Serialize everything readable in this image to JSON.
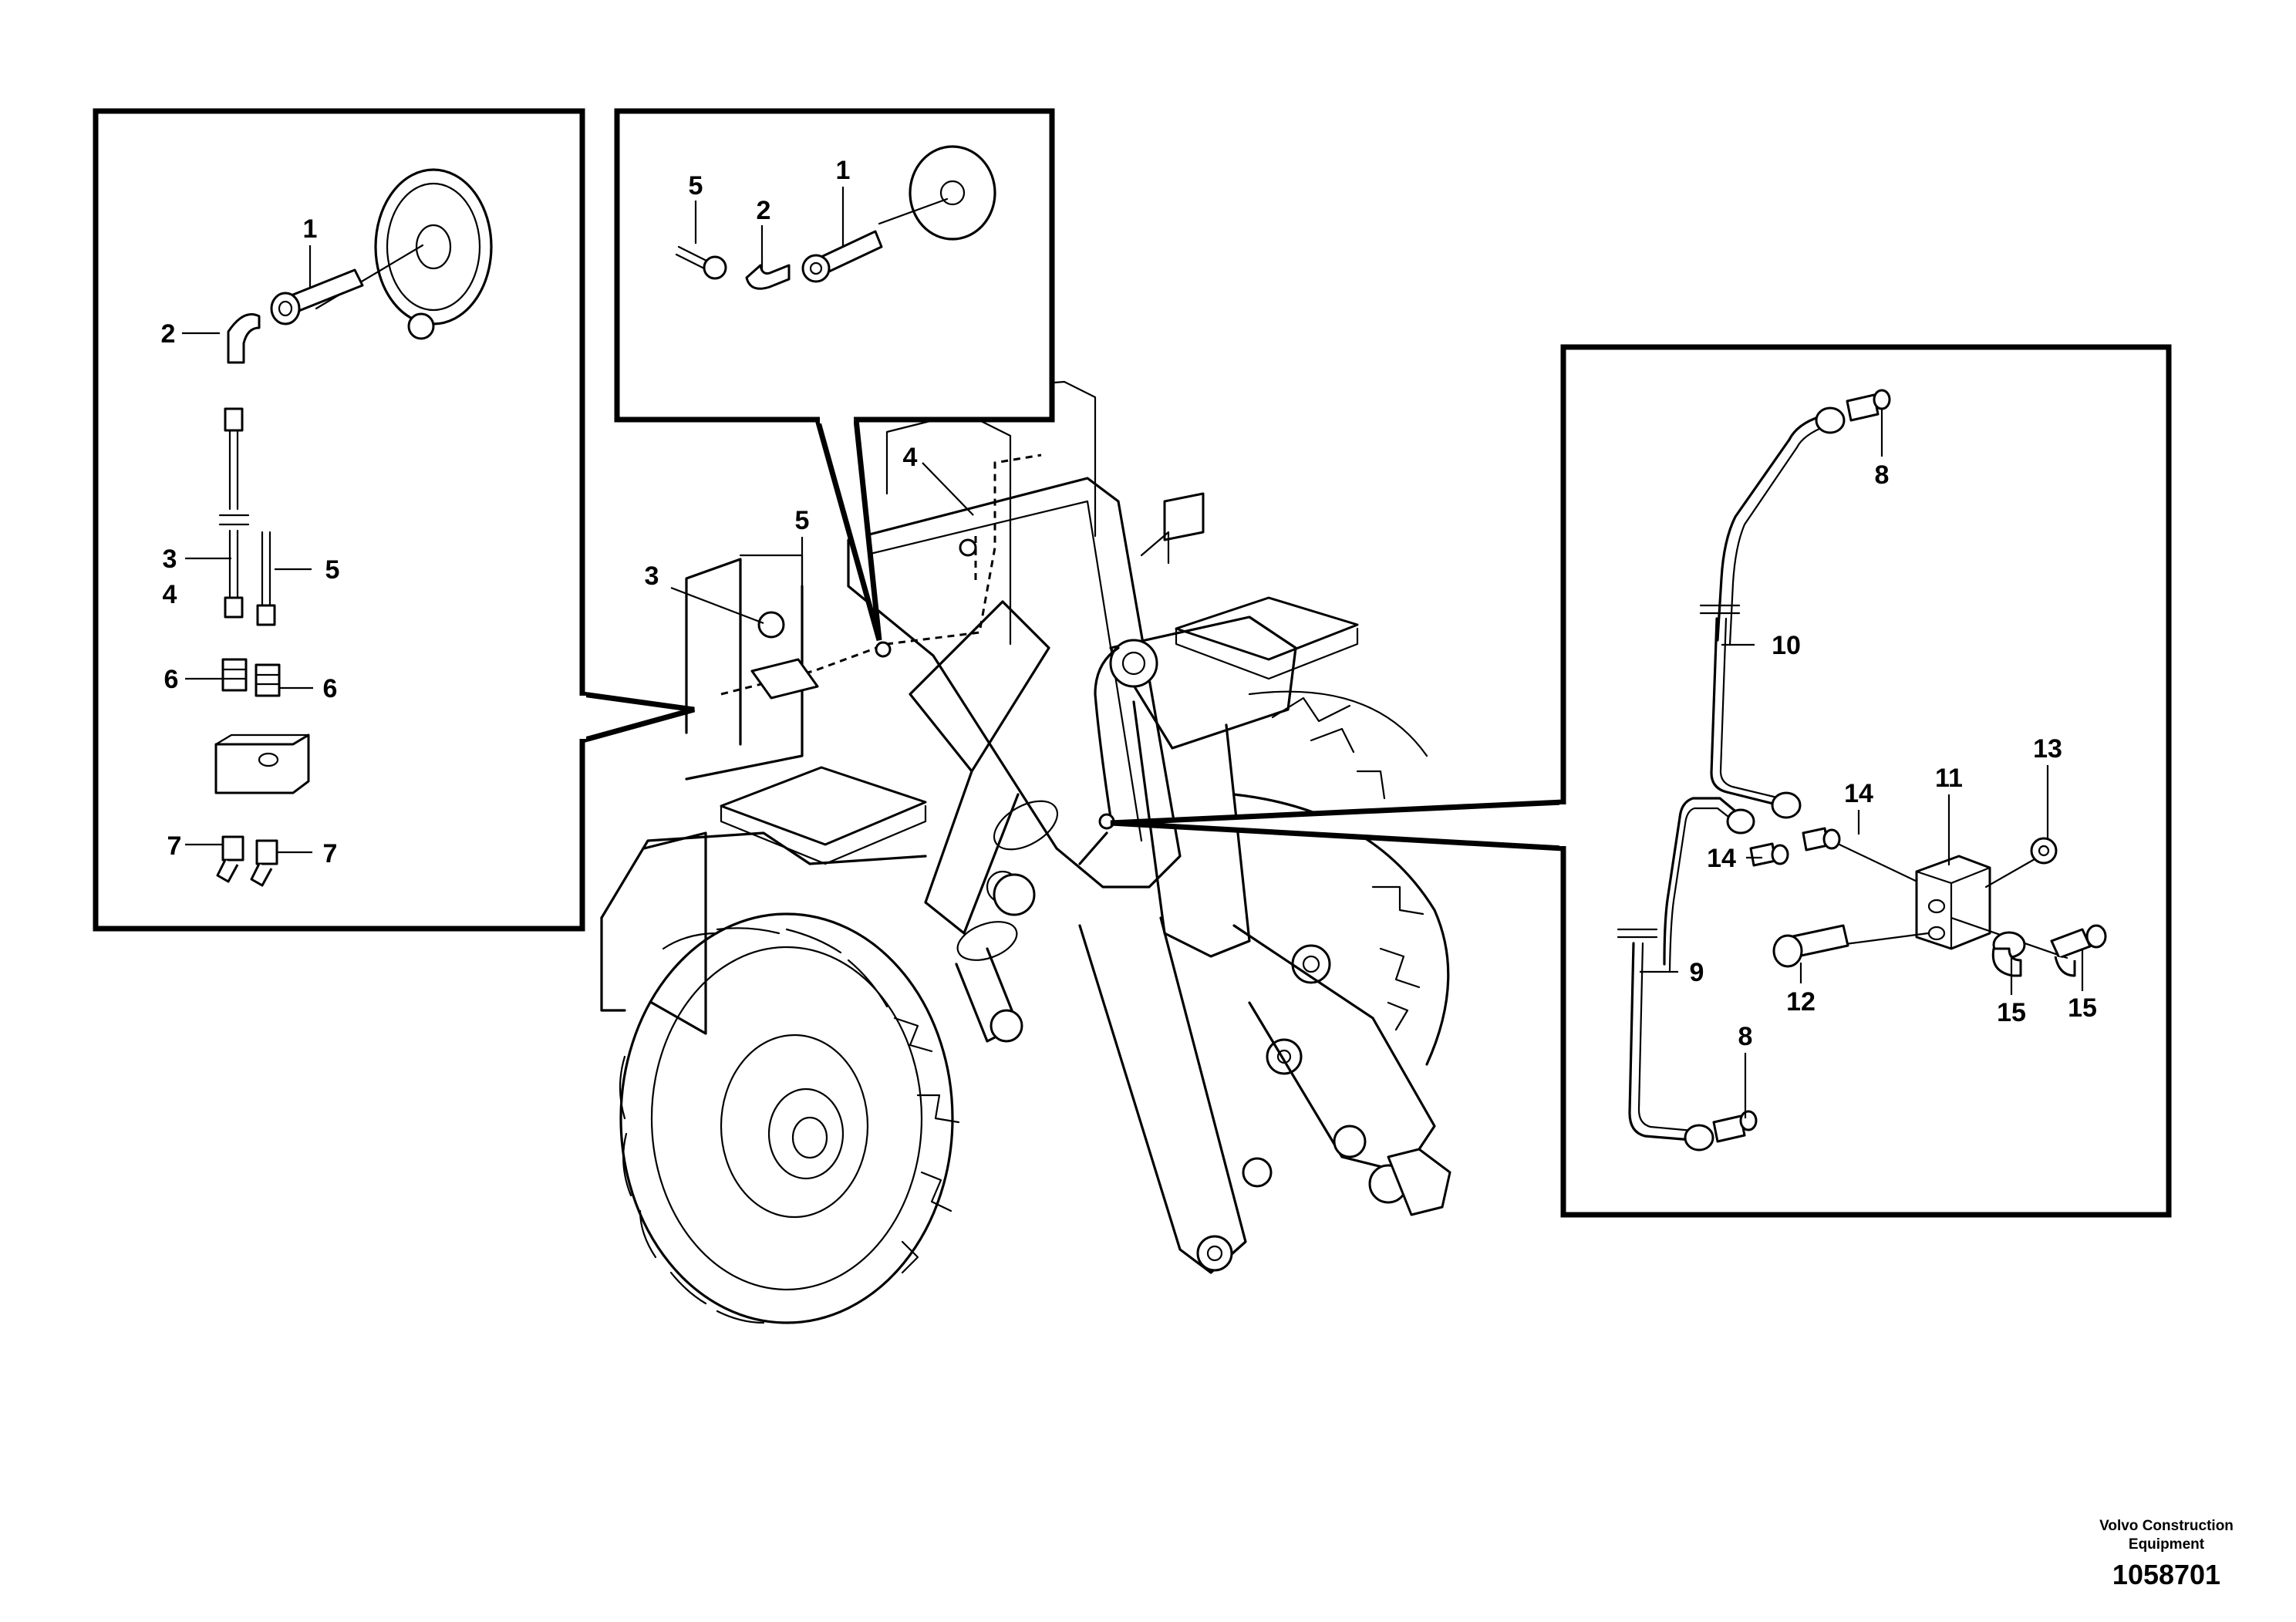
{
  "callouts": {
    "left": {
      "c1": "1",
      "c2": "2",
      "c3": "3",
      "c4": "4",
      "c5": "5",
      "c6a": "6",
      "c6b": "6",
      "c7a": "7",
      "c7b": "7"
    },
    "top": {
      "c5": "5",
      "c2": "2",
      "c1": "1"
    },
    "main": {
      "c3": "3",
      "c5": "5",
      "c4": "4"
    },
    "right": {
      "c8a": "8",
      "c10": "10",
      "c14a": "14",
      "c11": "11",
      "c13": "13",
      "c14b": "14",
      "c9": "9",
      "c12": "12",
      "c15a": "15",
      "c15b": "15",
      "c8b": "8"
    }
  },
  "footer": {
    "brand_line1": "Volvo Construction",
    "brand_line2": "Equipment",
    "drawing_number": "1058701"
  }
}
